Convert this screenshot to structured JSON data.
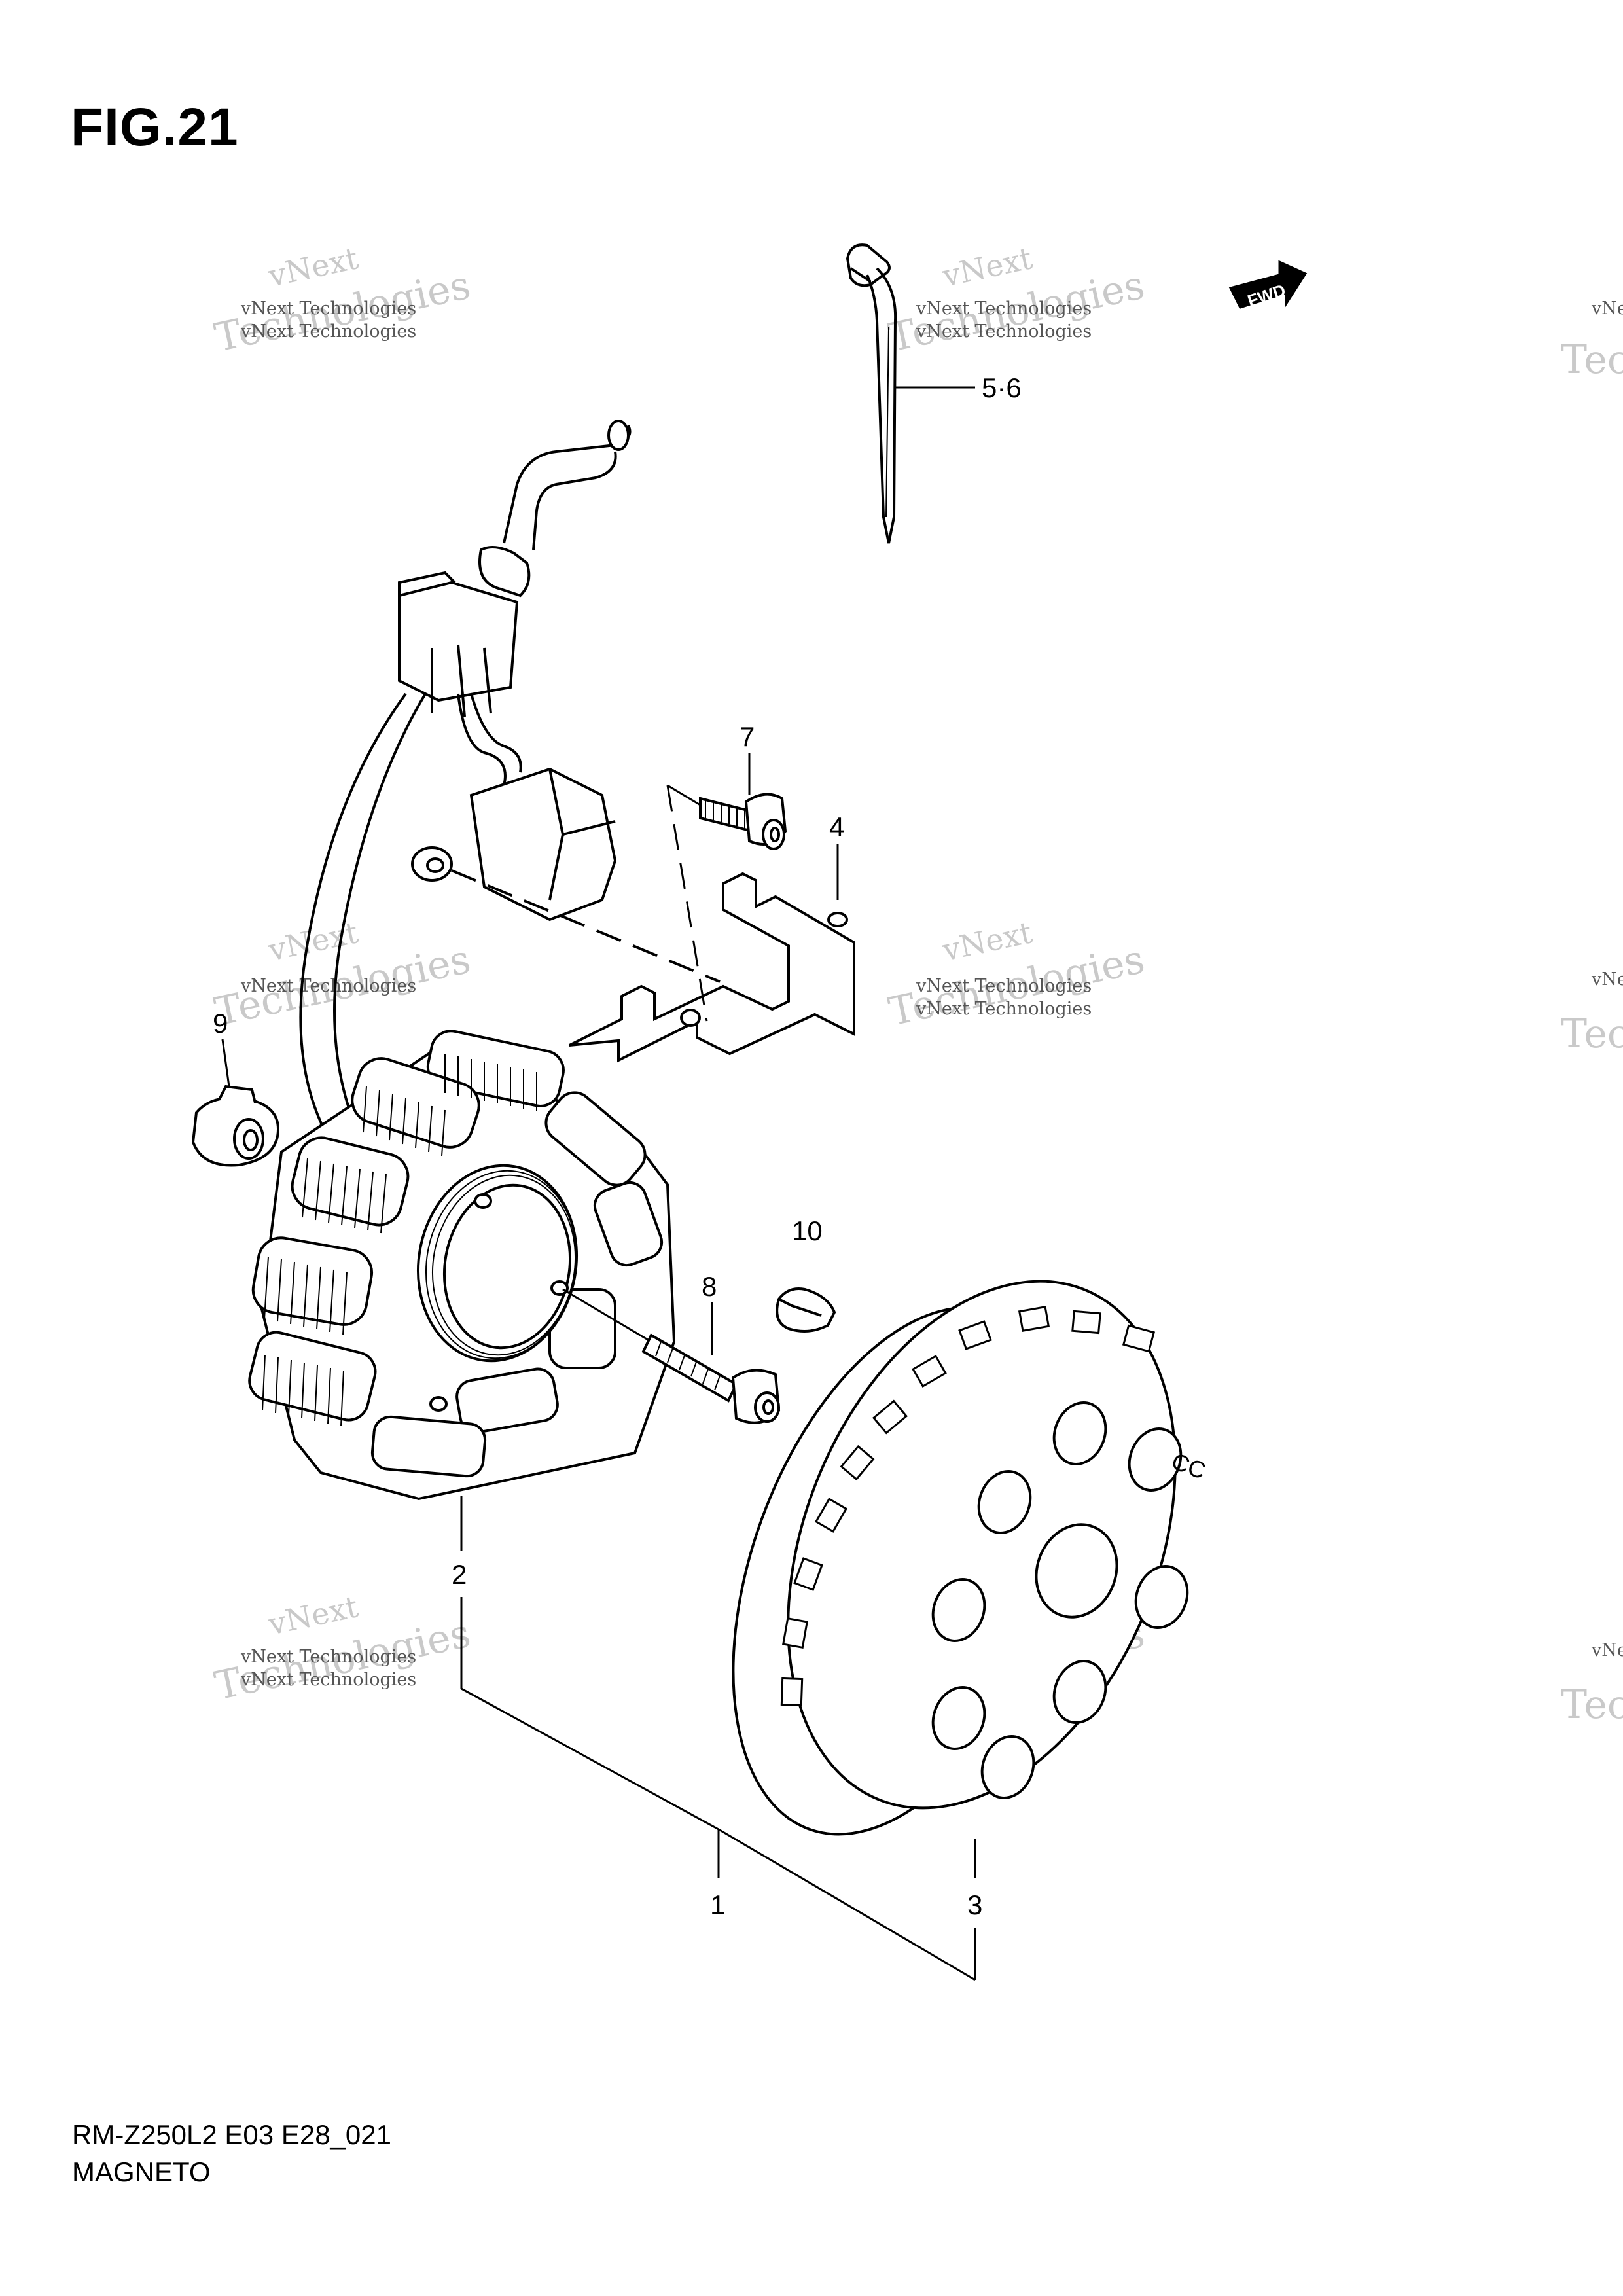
{
  "figure_title": "FIG.21",
  "fwd_label": "FWD",
  "callouts": {
    "c1": "1",
    "c2": "2",
    "c3": "3",
    "c4": "4",
    "c56": "5·6",
    "c7": "7",
    "c8": "8",
    "c9": "9",
    "c10": "10",
    "c_cc": "CC"
  },
  "watermark": {
    "brand": "vNext",
    "line": "vNext Technologies",
    "word": "Technologies"
  },
  "footer": {
    "code": "RM-Z250L2 E03 E28_021",
    "name": "MAGNETO"
  }
}
